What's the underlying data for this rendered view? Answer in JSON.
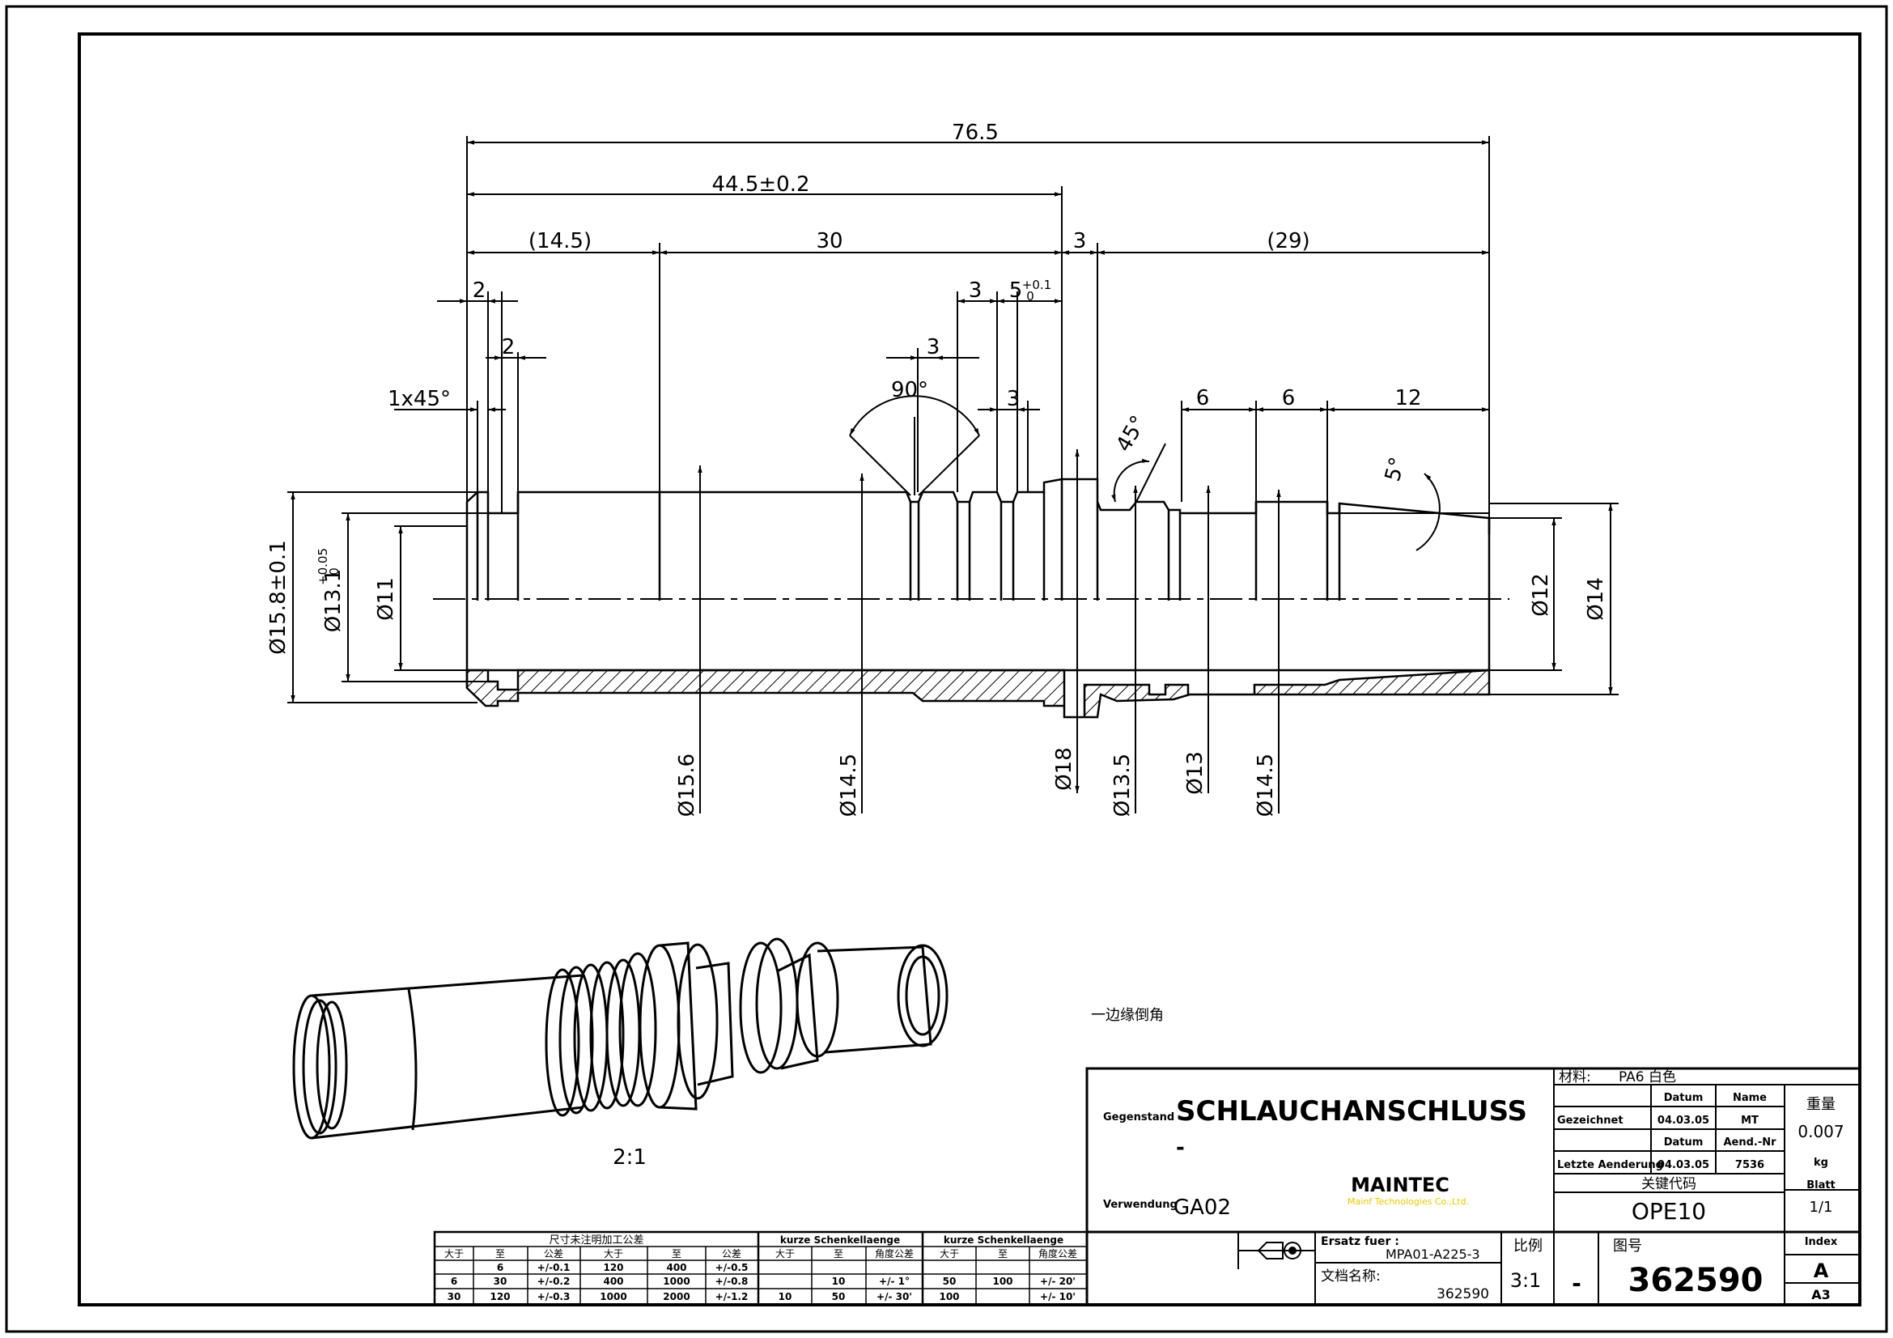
{
  "drawing": {
    "dims": {
      "overall": "76.5",
      "d445": "44.5±0.2",
      "d145": "(14.5)",
      "d30": "30",
      "d3a": "3",
      "d29": "(29)",
      "d2a": "2",
      "d2b": "2",
      "d3b": "3",
      "d5": "5",
      "d5tol_top": "+0.1",
      "d5tol_bot": "0",
      "d3c": "3",
      "ang90": "90°",
      "d3d": "3",
      "chamfer": "1x45°",
      "ang45": "45°",
      "d6a": "6",
      "d6b": "6",
      "d12": "12",
      "ang5": "5°"
    },
    "dia": {
      "d158": "Ø15.8±0.1",
      "d131": "Ø13.1",
      "d131tol_top": "+0.05",
      "d131tol_bot": "0",
      "d11": "Ø11",
      "d12": "Ø12",
      "d14": "Ø14",
      "b156": "Ø15.6",
      "b145a": "Ø14.5",
      "b18": "Ø18",
      "b135": "Ø13.5",
      "b13": "Ø13",
      "b145b": "Ø14.5"
    },
    "iso_scale": "2:1",
    "note": "一边缘倒角"
  },
  "title_block": {
    "gegenstand_label": "Gegenstand",
    "gegenstand": "SCHLAUCHANSCHLUSS",
    "dash": "-",
    "verwendung_label": "Verwendung",
    "verwendung": "GA02",
    "logo": "MAINTEC",
    "logo_sub": "Mainf Technologies Co.,Ltd.",
    "material_label": "材料:",
    "material": "PA6 白色",
    "col_datum": "Datum",
    "col_name": "Name",
    "gezeichnet_label": "Gezeichnet",
    "gezeichnet_date": "04.03.05",
    "gezeichnet_name": "MT",
    "col_datum2": "Datum",
    "col_aend": "Aend.-Nr",
    "letzte_label": "Letzte Aenderung",
    "letzte_date": "04.03.05",
    "letzte_nr": "7536",
    "weight_label": "重量",
    "weight": "0.007",
    "weight_unit": "kg",
    "keycode_label": "关键代码",
    "keycode": "OPE10",
    "blatt_label": "Blatt",
    "blatt": "1/1",
    "ersatz_label": "Ersatz fuer :",
    "ersatz": "MPA01-A225-3",
    "docname_label": "文档名称:",
    "docname": "362590",
    "scale_label": "比例",
    "scale": "3:1",
    "dash2": "-",
    "drawno_label": "图号",
    "drawno": "362590",
    "index_label": "Index",
    "index": "A",
    "format": "A3"
  },
  "tolerance_table": {
    "title": "尺寸未注明加工公差",
    "headers": [
      "大于",
      "至",
      "公差",
      "大于",
      "至",
      "公差"
    ],
    "rows": [
      [
        "",
        "6",
        "+/-0.1",
        "120",
        "400",
        "+/-0.5"
      ],
      [
        "6",
        "30",
        "+/-0.2",
        "400",
        "1000",
        "+/-0.8"
      ],
      [
        "30",
        "120",
        "+/-0.3",
        "1000",
        "2000",
        "+/-1.2"
      ]
    ],
    "kurze1_title": "kurze Schenkellaenge",
    "kurze1_headers": [
      "大于",
      "至",
      "角度公差"
    ],
    "kurze1_rows": [
      [
        "",
        "10",
        "+/- 1°"
      ],
      [
        "10",
        "50",
        "+/- 30'"
      ]
    ],
    "kurze2_title": "kurze Schenkellaenge",
    "kurze2_headers": [
      "大于",
      "至",
      "角度公差"
    ],
    "kurze2_rows": [
      [
        "50",
        "100",
        "+/- 20'"
      ],
      [
        "100",
        "",
        "+/- 10'"
      ]
    ]
  }
}
